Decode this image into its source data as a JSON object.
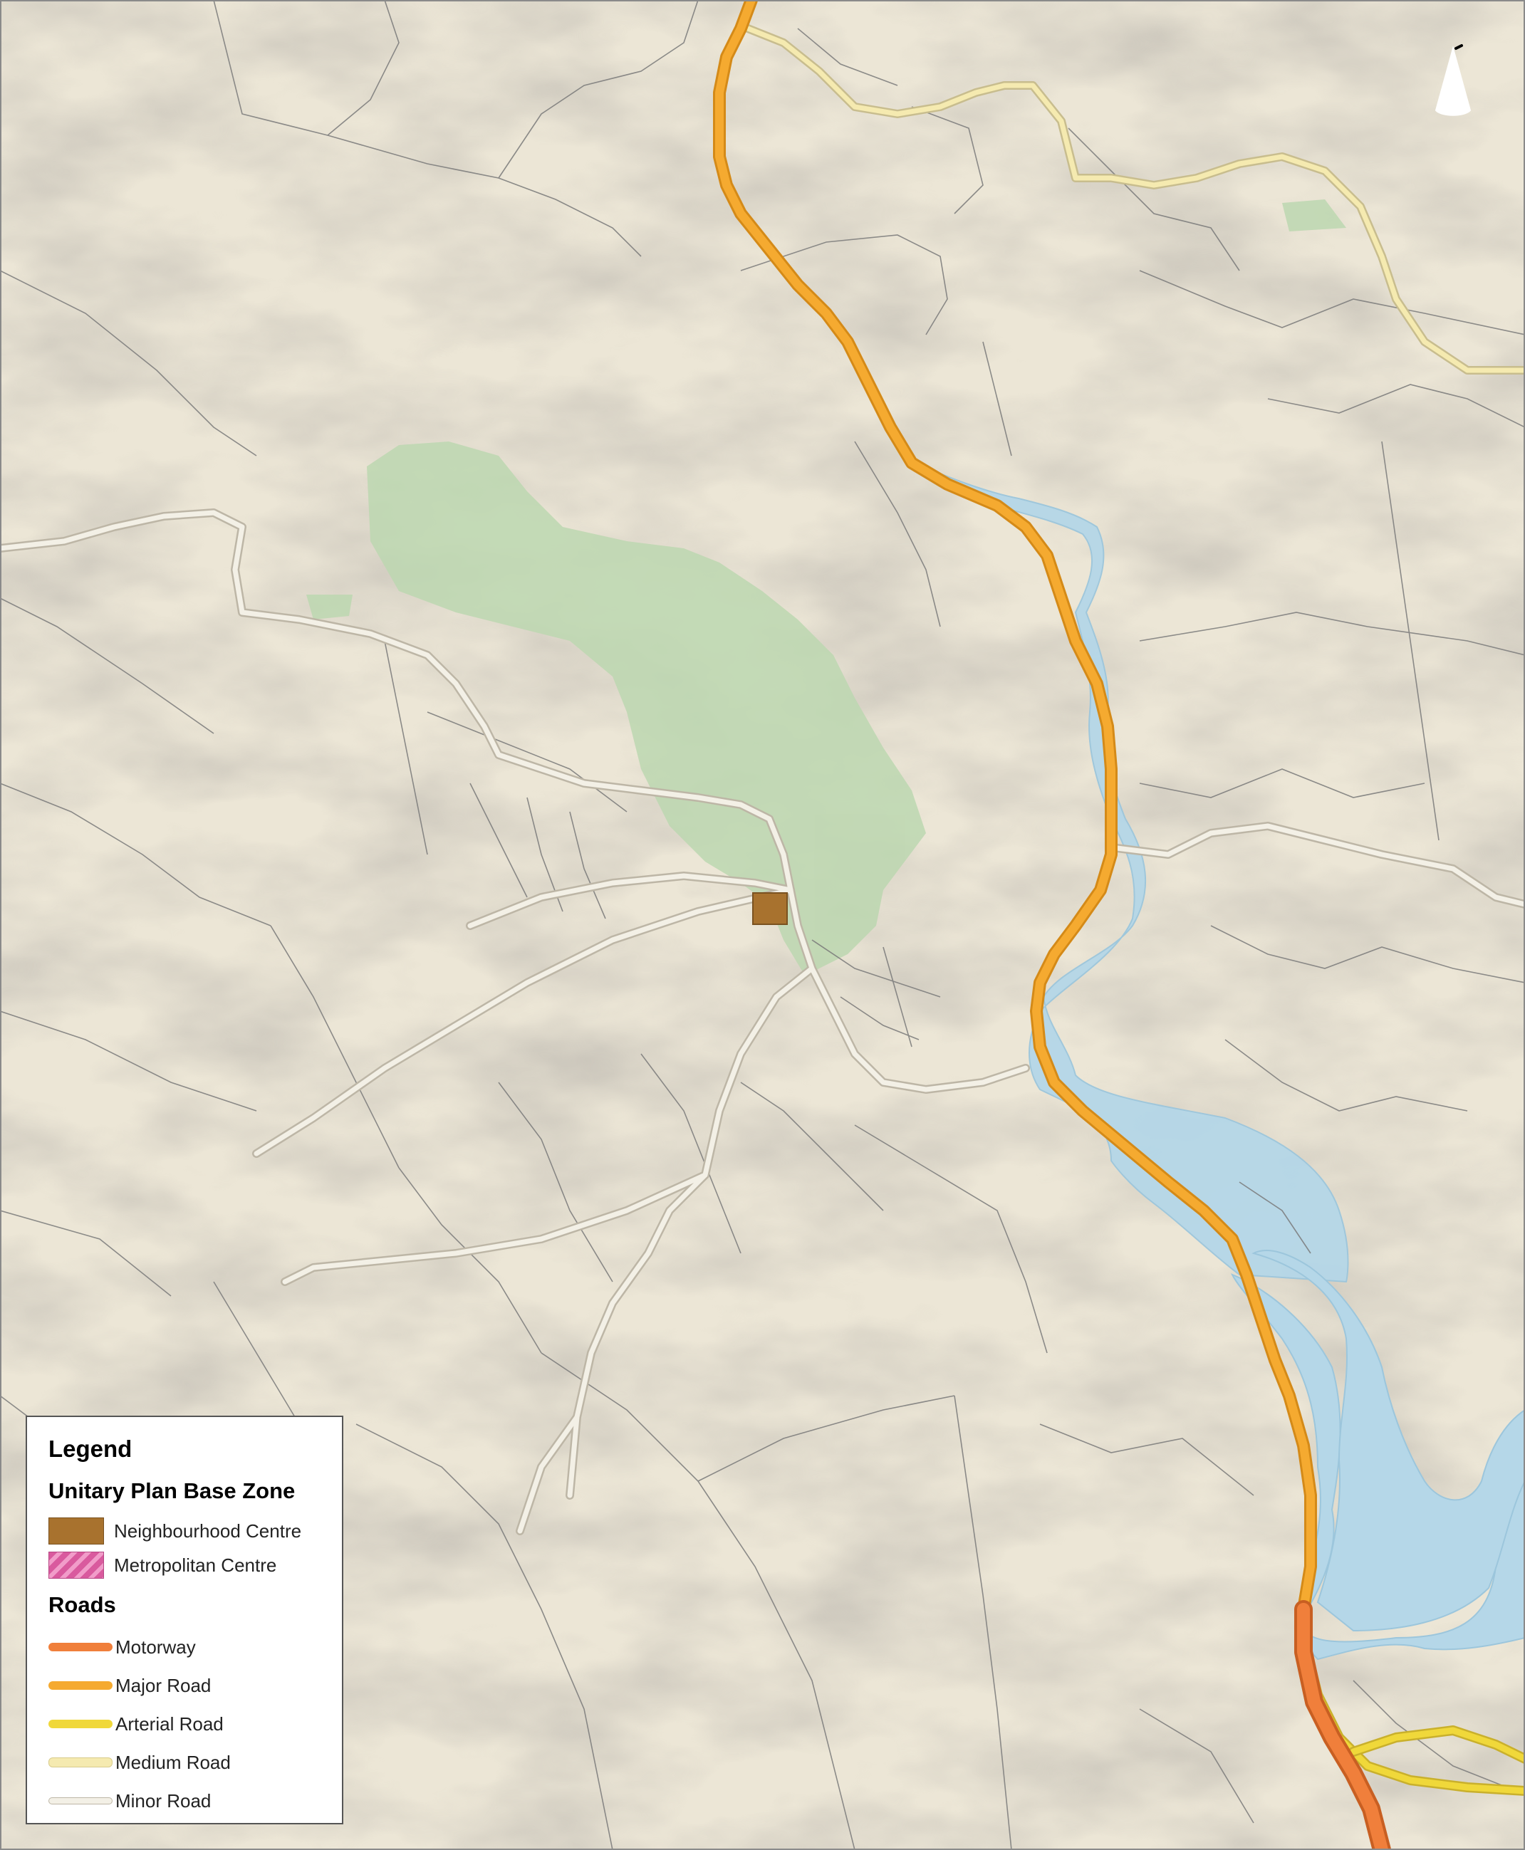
{
  "legend": {
    "title": "Legend",
    "zone_heading": "Unitary Plan Base Zone",
    "zones": [
      {
        "label": "Neighbourhood Centre",
        "color": "#a8722e"
      },
      {
        "label": "Metropolitan Centre",
        "color": "#d95a9e"
      }
    ],
    "roads_heading": "Roads",
    "roads": [
      {
        "label": "Motorway",
        "color": "#f07f3b"
      },
      {
        "label": "Major Road",
        "color": "#f5aa30"
      },
      {
        "label": "Arterial Road",
        "color": "#f0d83a"
      },
      {
        "label": "Medium Road",
        "color": "#f5eab0"
      },
      {
        "label": "Minor Road",
        "color": "#f3f0e6"
      }
    ]
  },
  "colors": {
    "terrain": "#ece6d6",
    "hill_shade": "#c9c3b6",
    "water": "#b5d7e8",
    "reserve": "#bcd7b0",
    "parcel_line": "#777777"
  },
  "icons": {
    "north_arrow": "north-arrow-icon"
  }
}
